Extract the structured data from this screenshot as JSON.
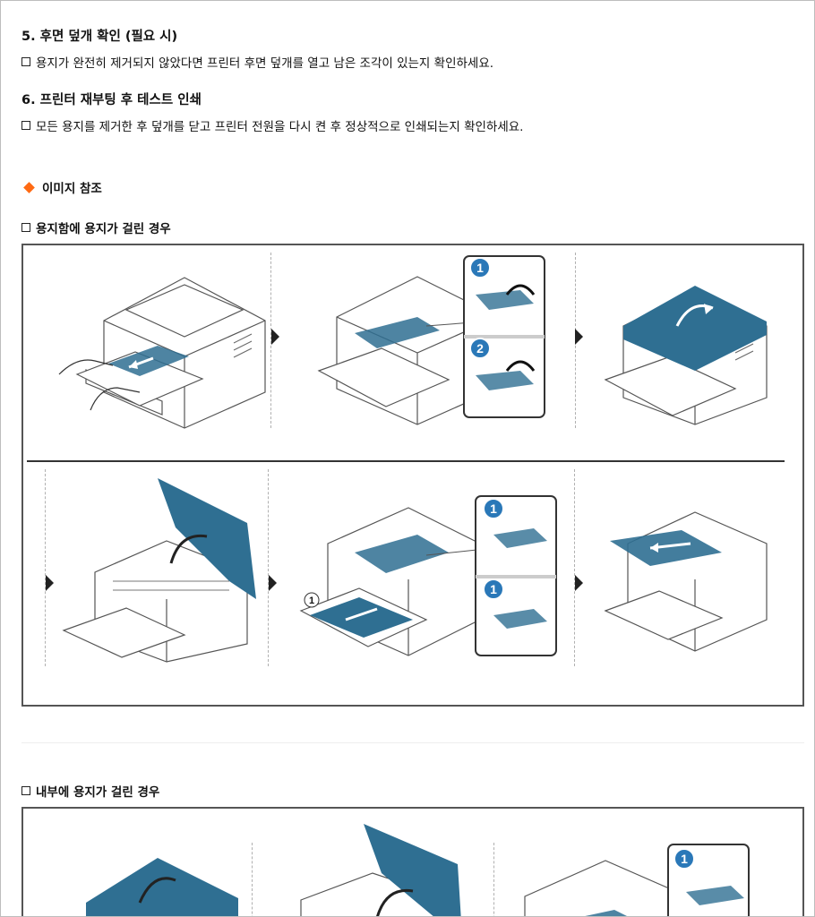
{
  "step5": {
    "title": "5. 후면 덮개 확인 (필요 시)",
    "desc": "용지가 완전히 제거되지 않았다면 프린터 후면 덮개를 열고 남은 조각이 있는지 확인하세요."
  },
  "step6": {
    "title": "6. 프린터 재부팅 후 테스트 인쇄",
    "desc": "모든 용지를 제거한 후 덮개를 닫고 프린터 전원을 다시 켠 후 정상적으로 인쇄되는지 확인하세요."
  },
  "reference_title": "이미지 참조",
  "section_tray": "용지함에 용지가 걸린 경우",
  "section_inside": "내부에 용지가 걸린 경우",
  "badges": {
    "one": "1",
    "two": "2"
  },
  "colors": {
    "accent": "#ff6a13",
    "blue_paper": "#2f6f92"
  }
}
